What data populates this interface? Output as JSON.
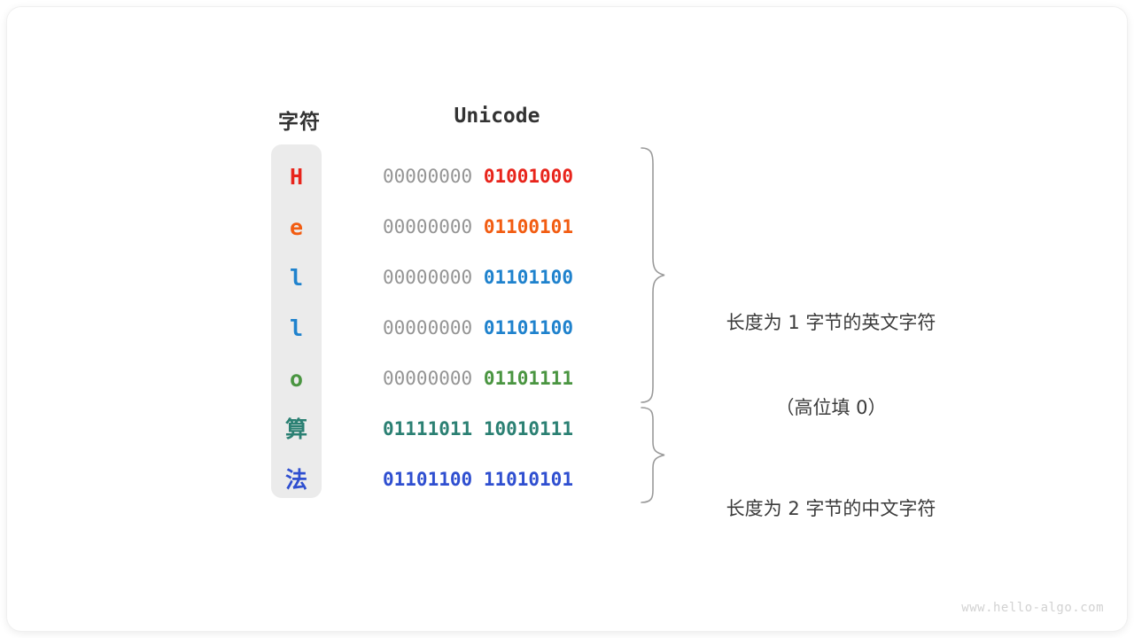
{
  "figure": {
    "title_char_column": "字符",
    "title_unicode_column": "Unicode",
    "watermark": "www.hello-algo.com",
    "colors": {
      "card_background": "#ffffff",
      "char_column_background": "#ebebeb",
      "high_byte_grey": "#949494",
      "brace_stroke": "#9a9a9a",
      "annotation_text": "#3b3b3b",
      "header_text": "#333333",
      "watermark_text": "#d2d2d2"
    },
    "rows": [
      {
        "char": "H",
        "script": "latin",
        "color": "#e8241b",
        "high_byte": "00000000",
        "low_byte": "01001000",
        "high_byte_colored": false
      },
      {
        "char": "e",
        "script": "latin",
        "color": "#f25c11",
        "high_byte": "00000000",
        "low_byte": "01100101",
        "high_byte_colored": false
      },
      {
        "char": "l",
        "script": "latin",
        "color": "#1f82cd",
        "high_byte": "00000000",
        "low_byte": "01101100",
        "high_byte_colored": false
      },
      {
        "char": "l",
        "script": "latin",
        "color": "#1f82cd",
        "high_byte": "00000000",
        "low_byte": "01101100",
        "high_byte_colored": false
      },
      {
        "char": "o",
        "script": "latin",
        "color": "#4a9541",
        "high_byte": "00000000",
        "low_byte": "01101111",
        "high_byte_colored": false
      },
      {
        "char": "算",
        "script": "cjk",
        "color": "#2b8073",
        "high_byte": "01111011",
        "low_byte": "10010111",
        "high_byte_colored": true
      },
      {
        "char": "法",
        "script": "cjk",
        "color": "#2f4fd0",
        "high_byte": "01101100",
        "low_byte": "11010101",
        "high_byte_colored": true
      }
    ],
    "annotations": [
      {
        "line1": "长度为 1 字节的英文字符",
        "line2": "（高位填 0）"
      },
      {
        "line1": "长度为 2 字节的中文字符",
        "line2": ""
      }
    ]
  }
}
